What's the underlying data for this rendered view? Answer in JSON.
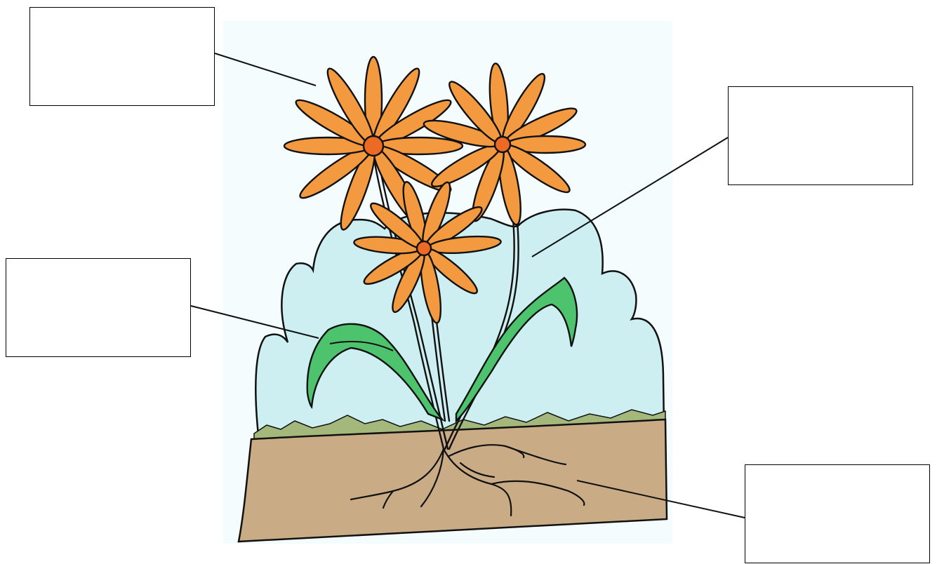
{
  "diagram": {
    "labels": [
      {
        "id": "flower",
        "text": ""
      },
      {
        "id": "stem",
        "text": ""
      },
      {
        "id": "leaf",
        "text": ""
      },
      {
        "id": "roots",
        "text": ""
      }
    ]
  },
  "colors": {
    "sky": "#d6f5f5",
    "bush": "#cdeff1",
    "grass": "#a3b87a",
    "soil": "#c9ab86",
    "petal": "#f39a40",
    "center": "#ec6a23",
    "leaf": "#4ec36e",
    "outline": "#111111"
  }
}
